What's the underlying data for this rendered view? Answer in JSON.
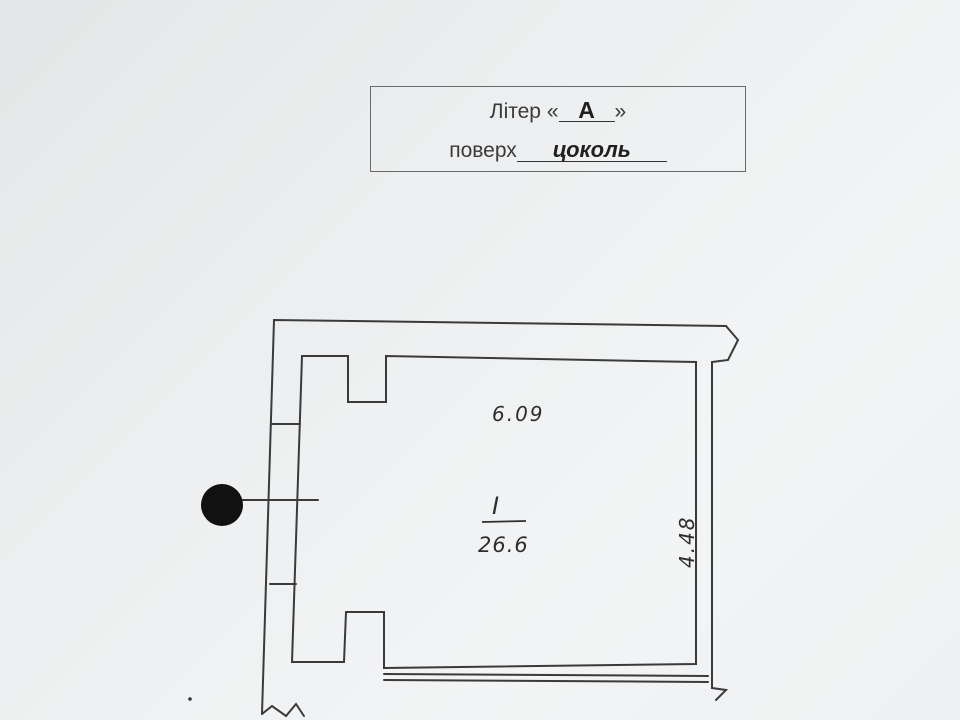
{
  "header": {
    "litera_label": "Літер «",
    "litera_value": "А",
    "litera_close": "»",
    "floor_label": "поверх",
    "floor_value": "цоколь"
  },
  "plan": {
    "width_dim": "6.09",
    "height_dim": "4.48",
    "room_number": "I",
    "room_area": "26.6"
  }
}
